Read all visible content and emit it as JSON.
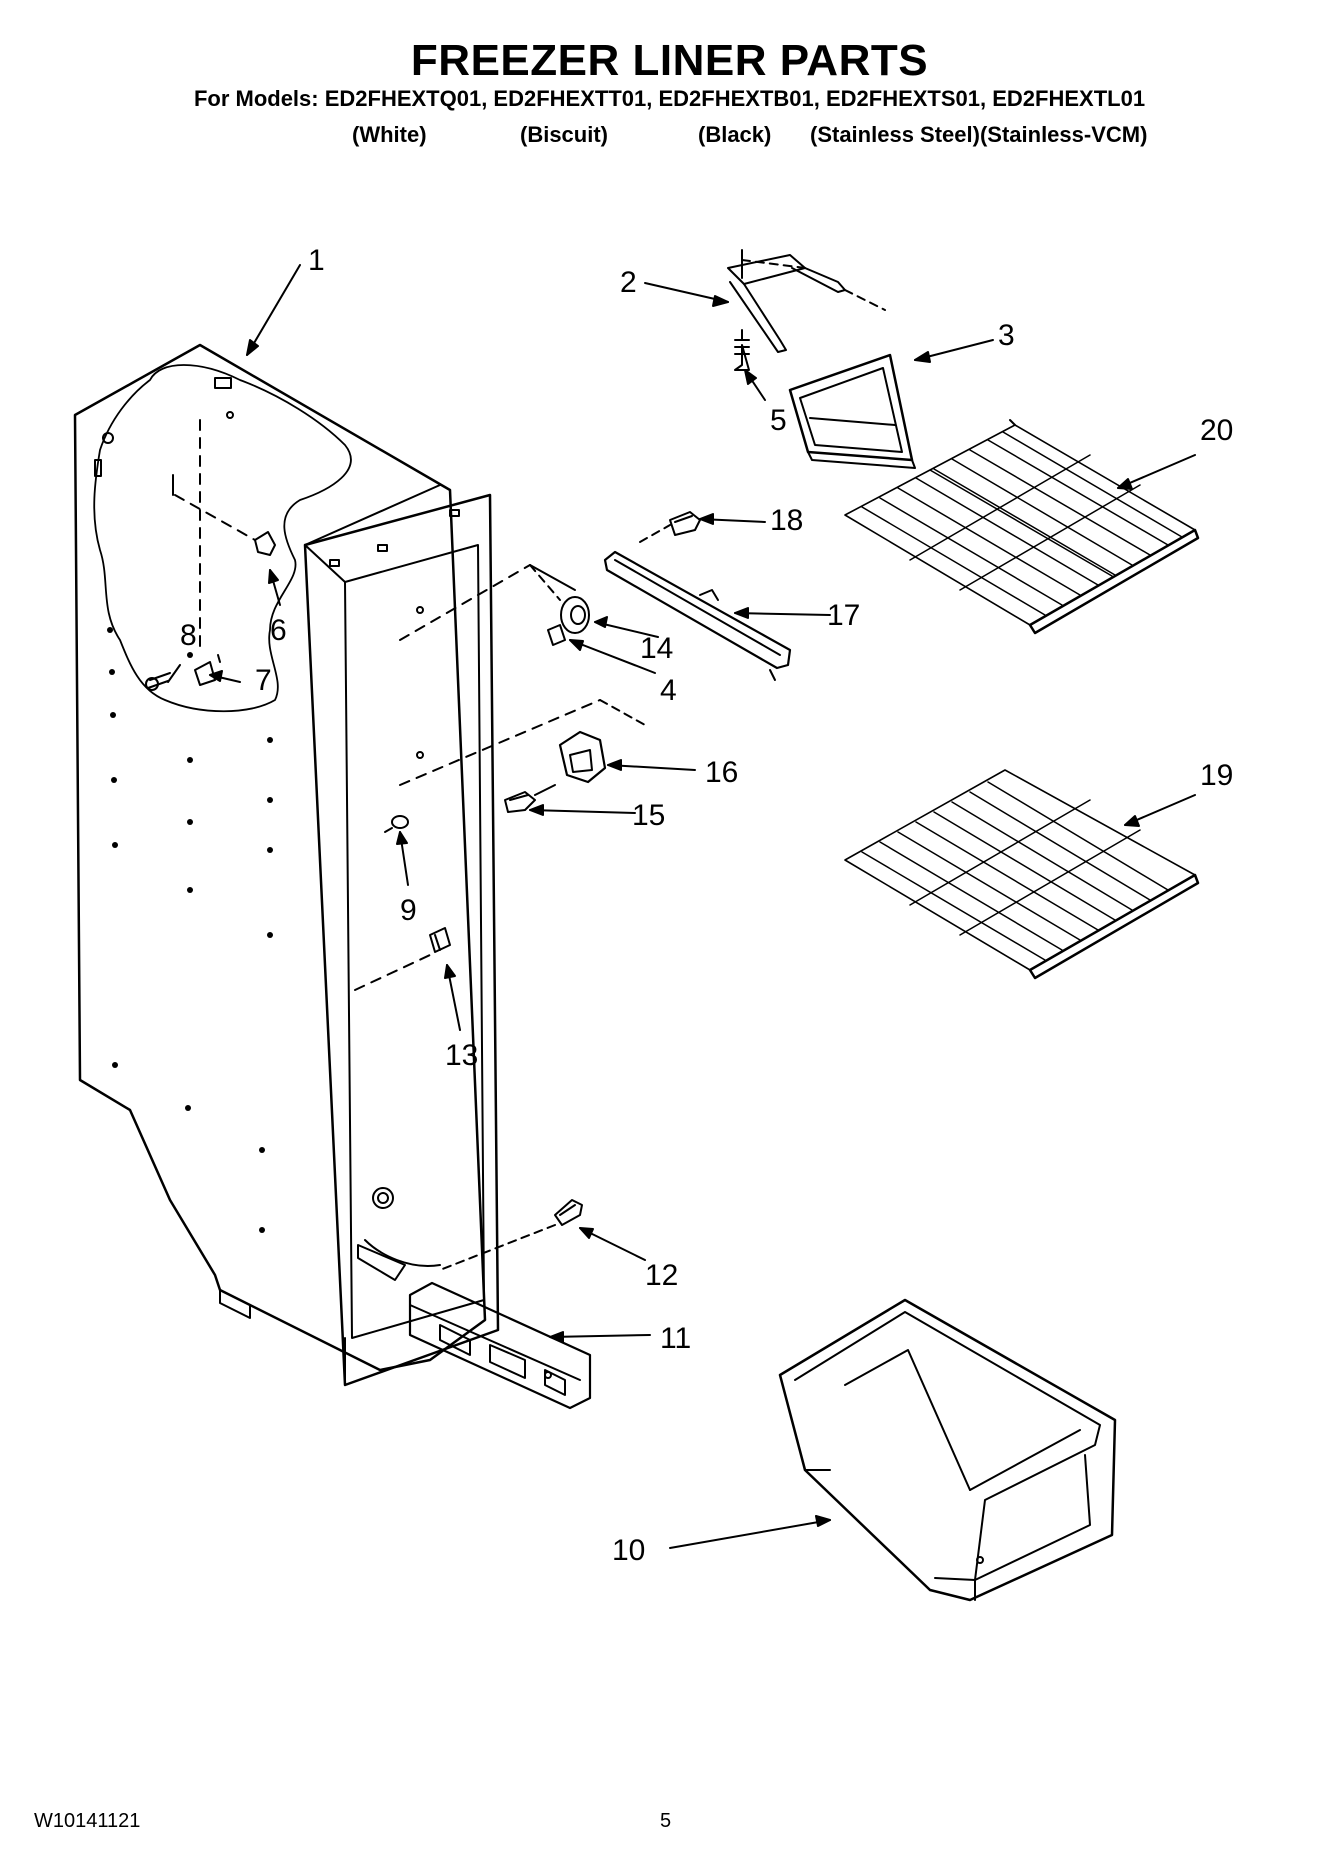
{
  "header": {
    "title": "FREEZER LINER PARTS",
    "models": "For Models: ED2FHEXTQ01, ED2FHEXTT01, ED2FHEXTB01, ED2FHEXTS01, ED2FHEXTL01",
    "finishes": [
      "(White)",
      "(Biscuit)",
      "(Black)",
      "(Stainless Steel)(Stainless-VCM)"
    ]
  },
  "callouts": [
    "1",
    "2",
    "3",
    "4",
    "5",
    "6",
    "7",
    "8",
    "9",
    "10",
    "11",
    "12",
    "13",
    "14",
    "15",
    "16",
    "17",
    "18",
    "19",
    "20"
  ],
  "footer": {
    "doc_number": "W10141121",
    "page_number": "5"
  }
}
